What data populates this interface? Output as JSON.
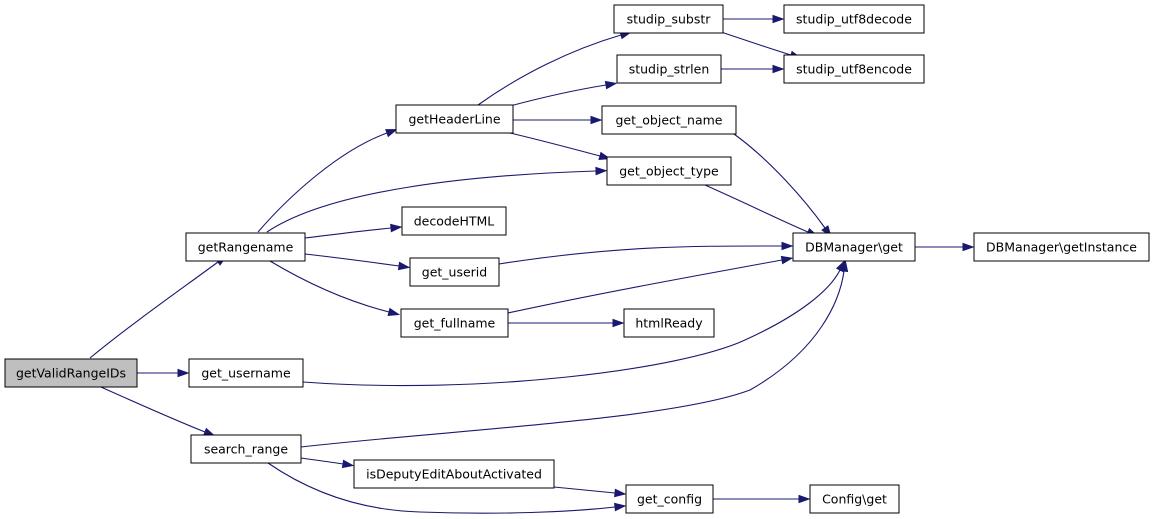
{
  "graph": {
    "edge_color": "#191970",
    "root_fill": "#bfbfbf",
    "nodes": {
      "getValidRangeIDs": {
        "label": "getValidRangeIDs",
        "root": true
      },
      "getRangename": {
        "label": "getRangename"
      },
      "get_username": {
        "label": "get_username"
      },
      "search_range": {
        "label": "search_range"
      },
      "getHeaderLine": {
        "label": "getHeaderLine"
      },
      "decodeHTML": {
        "label": "decodeHTML"
      },
      "get_userid": {
        "label": "get_userid"
      },
      "get_fullname": {
        "label": "get_fullname"
      },
      "isDeputyEditAboutActivated": {
        "label": "isDeputyEditAboutActivated"
      },
      "get_config": {
        "label": "get_config"
      },
      "studip_substr": {
        "label": "studip_substr"
      },
      "studip_strlen": {
        "label": "studip_strlen"
      },
      "get_object_name": {
        "label": "get_object_name"
      },
      "get_object_type": {
        "label": "get_object_type"
      },
      "htmlReady": {
        "label": "htmlReady"
      },
      "Config_get": {
        "label": "Config\\get"
      },
      "studip_utf8decode": {
        "label": "studip_utf8decode"
      },
      "studip_utf8encode": {
        "label": "studip_utf8encode"
      },
      "DBManager_get": {
        "label": "DBManager\\get"
      },
      "DBManager_getInstance": {
        "label": "DBManager\\getInstance"
      }
    },
    "edges": [
      {
        "from": "getValidRangeIDs",
        "to": "getRangename"
      },
      {
        "from": "getValidRangeIDs",
        "to": "get_username"
      },
      {
        "from": "getValidRangeIDs",
        "to": "search_range"
      },
      {
        "from": "getRangename",
        "to": "getHeaderLine"
      },
      {
        "from": "getRangename",
        "to": "get_object_type"
      },
      {
        "from": "getRangename",
        "to": "decodeHTML"
      },
      {
        "from": "getRangename",
        "to": "get_userid"
      },
      {
        "from": "getRangename",
        "to": "get_fullname"
      },
      {
        "from": "getHeaderLine",
        "to": "studip_substr"
      },
      {
        "from": "getHeaderLine",
        "to": "studip_strlen"
      },
      {
        "from": "getHeaderLine",
        "to": "get_object_name"
      },
      {
        "from": "getHeaderLine",
        "to": "get_object_type"
      },
      {
        "from": "studip_substr",
        "to": "studip_utf8decode"
      },
      {
        "from": "studip_substr",
        "to": "studip_utf8encode"
      },
      {
        "from": "studip_strlen",
        "to": "studip_utf8encode"
      },
      {
        "from": "get_object_name",
        "to": "DBManager_get"
      },
      {
        "from": "get_object_type",
        "to": "DBManager_get"
      },
      {
        "from": "get_userid",
        "to": "DBManager_get"
      },
      {
        "from": "get_fullname",
        "to": "DBManager_get"
      },
      {
        "from": "get_fullname",
        "to": "htmlReady"
      },
      {
        "from": "get_username",
        "to": "DBManager_get"
      },
      {
        "from": "search_range",
        "to": "DBManager_get"
      },
      {
        "from": "search_range",
        "to": "isDeputyEditAboutActivated"
      },
      {
        "from": "search_range",
        "to": "get_config"
      },
      {
        "from": "isDeputyEditAboutActivated",
        "to": "get_config"
      },
      {
        "from": "get_config",
        "to": "Config_get"
      },
      {
        "from": "DBManager_get",
        "to": "DBManager_getInstance"
      }
    ]
  }
}
